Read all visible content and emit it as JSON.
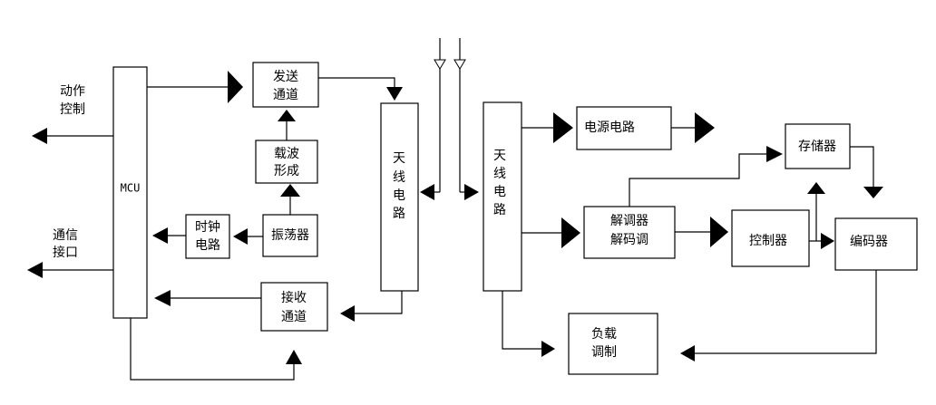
{
  "labels": {
    "action_control": [
      "动作",
      "控制"
    ],
    "comm_interface": [
      "通信",
      "接口"
    ],
    "mcu": "MCU",
    "send_channel": [
      "发送",
      "通道"
    ],
    "carrier_forming": [
      "载波",
      "形成"
    ],
    "oscillator": "振荡器",
    "clock_circuit": [
      "时钟",
      "电路"
    ],
    "receive_channel": [
      "接收",
      "通道"
    ],
    "antenna_left": [
      "天",
      "线",
      "电",
      "路"
    ],
    "antenna_right": [
      "天",
      "线",
      "电",
      "路"
    ],
    "power_circuit": "电源电路",
    "demodulator": [
      "解调器",
      "解码调"
    ],
    "memory": "存储器",
    "controller": "控制器",
    "encoder": "编码器",
    "load_modulation": [
      "负载",
      "调制"
    ]
  }
}
